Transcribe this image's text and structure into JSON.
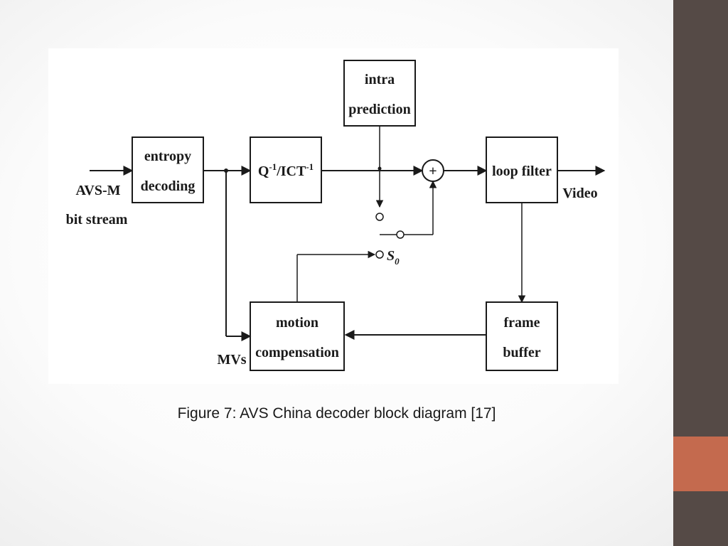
{
  "colors": {
    "sidebar": "#554a46",
    "accent": "#c46a4e"
  },
  "diagram": {
    "blocks": {
      "intra_prediction": [
        "intra",
        "prediction"
      ],
      "entropy_decoding": [
        "entropy",
        "decoding"
      ],
      "inverse_transform": {
        "base": "Q",
        "sup1": "-1",
        "mid": "/ICT",
        "sup2": "-1"
      },
      "adder": "+",
      "loop_filter": "loop filter",
      "motion_compensation": [
        "motion",
        "compensation"
      ],
      "frame_buffer": [
        "frame",
        "buffer"
      ]
    },
    "labels": {
      "input": [
        "AVS-M",
        "bit stream"
      ],
      "output": "Video",
      "mvs": "MVs",
      "switch": {
        "main": "S",
        "sub": "0"
      }
    }
  },
  "caption": "Figure 7: AVS China decoder block diagram [17]"
}
